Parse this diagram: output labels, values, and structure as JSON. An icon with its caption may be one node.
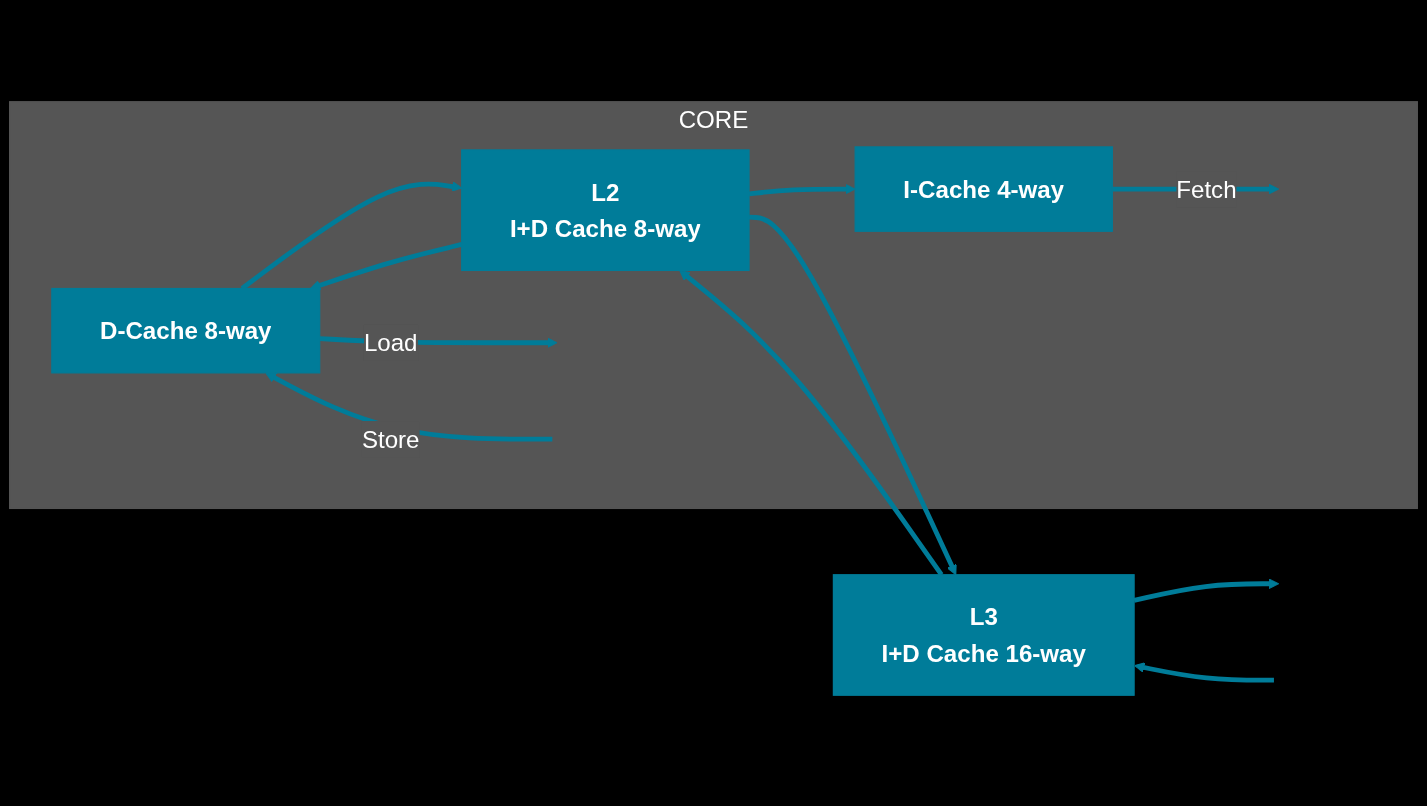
{
  "diagram": {
    "nodes": [
      {
        "text": [
          "CORE"
        ]
      },
      {
        "text": [
          "I-Cache 4-way"
        ],
        "in": 0
      },
      {
        "text": [
          "D-Cache 8-way"
        ],
        "in": 0
      },
      {
        "text": [
          "L2",
          "I+D Cache 8-way"
        ],
        "in": 0
      },
      {
        "text": [
          "L3",
          "I+D Cache 16-way"
        ]
      }
    ],
    "edges": [
      {
        "from": 1,
        "to": null,
        "arrow": "to",
        "label": "Fetch"
      },
      {
        "from": 3,
        "to": 1,
        "arrow": "to"
      },
      {
        "from": 2,
        "to": null,
        "arrow": "to",
        "label": "Load"
      },
      {
        "from": null,
        "to": 2,
        "arrow": "to",
        "label": "Store"
      },
      {
        "from": 2,
        "to": 3,
        "arrow": "to"
      },
      {
        "from": 3,
        "to": 2,
        "arrow": "to"
      },
      {
        "from": 3,
        "to": 4,
        "arrow": "to"
      },
      {
        "from": 4,
        "to": 3,
        "arrow": "to"
      },
      {
        "from": 4,
        "to": null,
        "arrow": "to"
      },
      {
        "from": null,
        "to": 4,
        "arrow": "to"
      }
    ]
  }
}
